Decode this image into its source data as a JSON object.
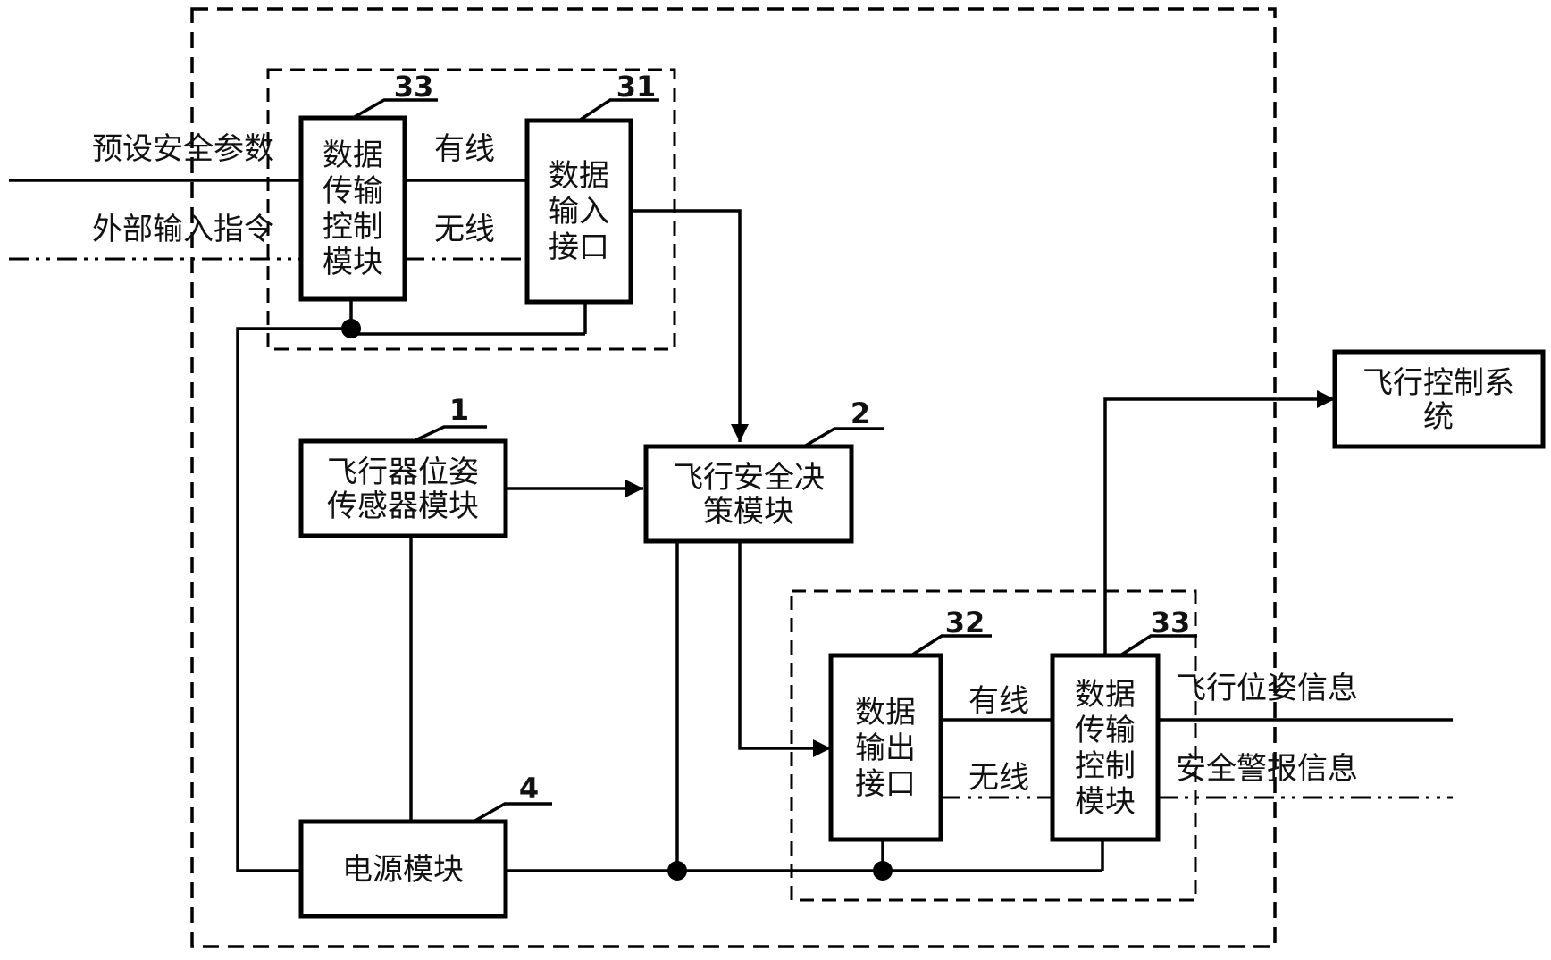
{
  "modules": {
    "data_transfer_control_top": "数据\n传输\n控制\n模块",
    "data_input_interface": "数据\n输入\n接口",
    "attitude_sensor": "飞行器位姿\n传感器模块",
    "flight_safety_decision": "飞行安全决\n策模块",
    "data_output_interface": "数据\n输出\n接口",
    "data_transfer_control_bottom": "数据\n传输\n控制\n模块",
    "power_module": "电源模块",
    "flight_control_system": "飞行控制系\n统"
  },
  "refs": {
    "ref33_top": "33",
    "ref31": "31",
    "ref1": "1",
    "ref2": "2",
    "ref32": "32",
    "ref33_bottom": "33",
    "ref4": "4"
  },
  "signals": {
    "preset_safety_params": "预设安全参数",
    "external_input_cmd": "外部输入指令",
    "wired_top": "有线",
    "wireless_top": "无线",
    "wired_bottom": "有线",
    "wireless_bottom": "无线",
    "flight_attitude_info": "飞行位姿信息",
    "safety_alarm_info": "安全警报信息"
  }
}
